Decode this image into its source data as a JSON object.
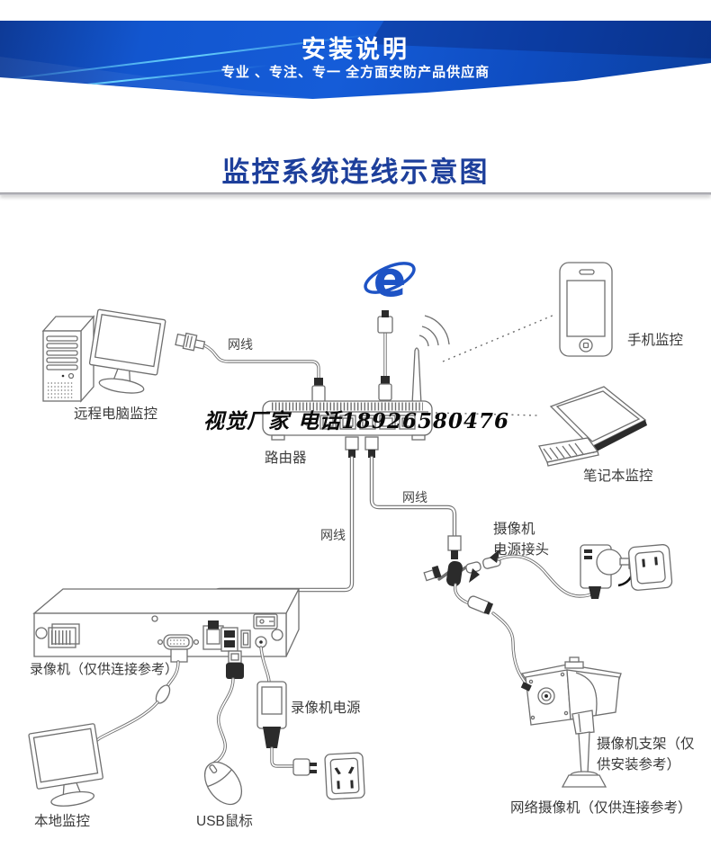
{
  "header": {
    "title": "安装说明",
    "subtitle": "专业 、专注、专一  全方面安防产品供应商"
  },
  "section": {
    "title": "监控系统连线示意图"
  },
  "watermark": "视觉厂家 电话18926580476",
  "diagram": {
    "ie_letter": "e",
    "labels": {
      "remote_pc": "远程电脑监控",
      "net_cable_top": "网线",
      "router": "路由器",
      "phone": "手机监控",
      "laptop": "笔记本监控",
      "net_cable_mid": "网线",
      "net_cable_left": "网线",
      "cam_power_1": "摄像机",
      "cam_power_2": "电源接头",
      "dvr": "录像机（仅供连接参考）",
      "dvr_power": "录像机电源",
      "local_monitor": "本地监控",
      "usb_mouse": "USB鼠标",
      "bracket_1": "摄像机支架（仅",
      "bracket_2": "供安装参考）",
      "net_camera": "网络摄像机（仅供连接参考）"
    }
  },
  "colors": {
    "banner_blue": "#1157cc",
    "banner_navy": "#0e3a96",
    "accent_cyan": "#49c7f2",
    "title_blue": "#1d3f9b",
    "line_gray": "#6f6f6f",
    "ie_blue": "#1e53c5"
  }
}
